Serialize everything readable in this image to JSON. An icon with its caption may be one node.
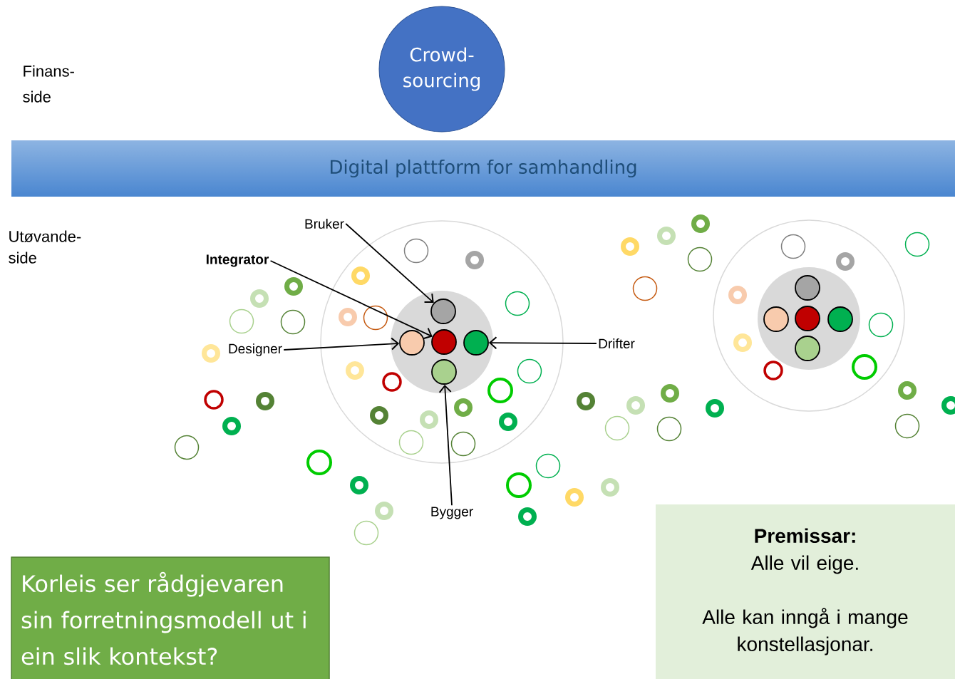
{
  "diagram": {
    "nodes": [
      {
        "text": [
          "Crowd- sourcing"
        ]
      },
      {
        "text": [
          "Digital plattform for samhandling"
        ]
      },
      {
        "text": [
          "Premissar:",
          "Alle vil eige.",
          "Alle kan inngå i mange konstellasjonar."
        ]
      },
      {
        "text": [
          "Korleis ser rådgjevaren sin forretningsmodell ut i ein slik kontekst?"
        ]
      },
      {
        "text": [
          "Bruker"
        ]
      },
      {
        "text": [
          "Integrator"
        ]
      },
      {
        "text": [
          "Designer"
        ]
      },
      {
        "text": [
          "Drifter"
        ]
      },
      {
        "text": [
          "Bygger"
        ]
      },
      {
        "text": [],
        "shape": "circle"
      },
      {
        "text": [],
        "shape": "circle"
      },
      {
        "text": [],
        "shape": "circle"
      },
      {
        "text": [],
        "shape": "circle"
      },
      {
        "text": [],
        "shape": "circle"
      },
      {
        "text": [],
        "shape": "circle"
      },
      {
        "text": [],
        "shape": "circle"
      },
      {
        "text": [],
        "shape": "circle"
      },
      {
        "text": [],
        "shape": "circle"
      },
      {
        "text": [],
        "shape": "circle"
      }
    ],
    "edges": [
      {
        "from": 4,
        "to": 9,
        "arrow": "to"
      },
      {
        "from": 5,
        "to": 11,
        "arrow": "to"
      },
      {
        "from": 6,
        "to": 10,
        "arrow": "to"
      },
      {
        "from": 7,
        "to": 12,
        "arrow": "to"
      },
      {
        "from": 8,
        "to": 13,
        "arrow": "to"
      }
    ],
    "labels": [
      "Finans- side",
      "Utøvande- side"
    ]
  }
}
